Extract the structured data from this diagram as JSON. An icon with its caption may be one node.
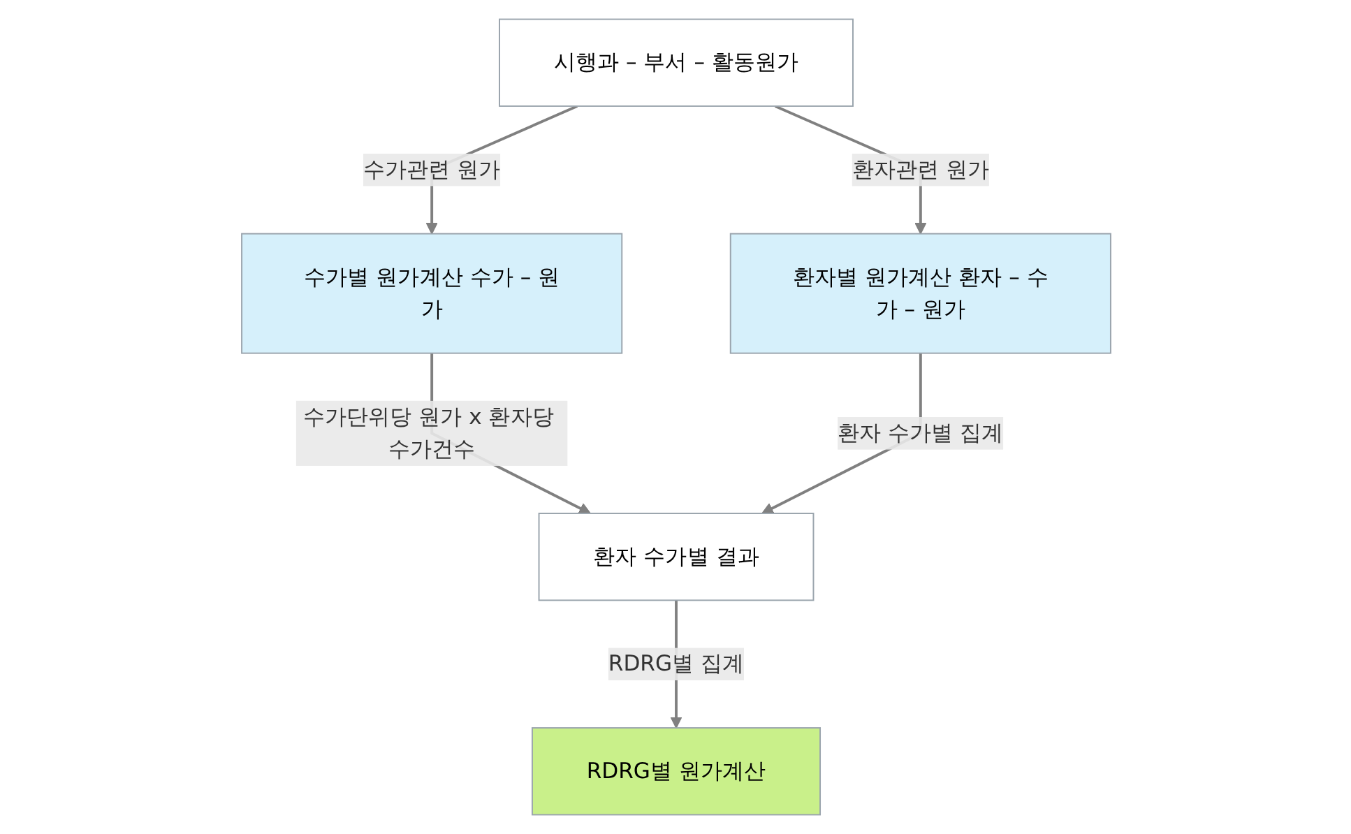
{
  "diagram": {
    "nodes": [
      {
        "text": [
          "시행과 – 부서 – 활동원가"
        ]
      },
      {
        "text": [
          "수가별 원가계산 수가 – 원가"
        ]
      },
      {
        "text": [
          "환자별 원가계산 환자 – 수가 – 원가"
        ]
      },
      {
        "text": [
          "환자 수가별 결과"
        ]
      },
      {
        "text": [
          "RDRG별 원가계산"
        ]
      }
    ],
    "edges": [
      {
        "from": 0,
        "to": 1,
        "arrow": "to",
        "label": "수가관련 원가"
      },
      {
        "from": 0,
        "to": 2,
        "arrow": "to",
        "label": "환자관련 원가"
      },
      {
        "from": 1,
        "to": 3,
        "arrow": "to",
        "label": "수가단위당 원가 x 환자당 수가건수"
      },
      {
        "from": 2,
        "to": 3,
        "arrow": "to",
        "label": "환자 수가별 집계"
      },
      {
        "from": 3,
        "to": 4,
        "arrow": "to",
        "label": "RDRG별 집계"
      }
    ]
  }
}
